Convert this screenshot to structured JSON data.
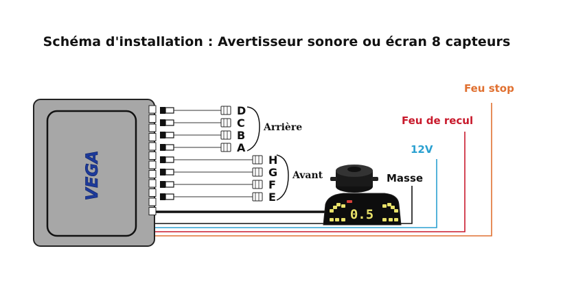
{
  "title": "Schéma d'installation : Avertisseur sonore ou écran 8 capteurs",
  "brand": "VEGA",
  "sensors": {
    "rear_group": "Arrière",
    "front_group": "Avant",
    "rear": [
      "D",
      "C",
      "B",
      "A"
    ],
    "front": [
      "H",
      "G",
      "F",
      "E"
    ]
  },
  "wires": {
    "masse": {
      "label": "Masse",
      "color": "#111111"
    },
    "power": {
      "label": "12V",
      "color": "#2aa0d0"
    },
    "reverse": {
      "label": "Feu de recul",
      "color": "#c8192b"
    },
    "brake": {
      "label": "Feu stop",
      "color": "#e07030"
    }
  },
  "display": {
    "reading": "0.5",
    "led_color": "#e9e26a"
  },
  "colors": {
    "unit_body": "#a7a7a7",
    "outline": "#222222"
  },
  "icons": {
    "buzzer": "buzzer-icon",
    "connector": "connector-plug-icon"
  }
}
